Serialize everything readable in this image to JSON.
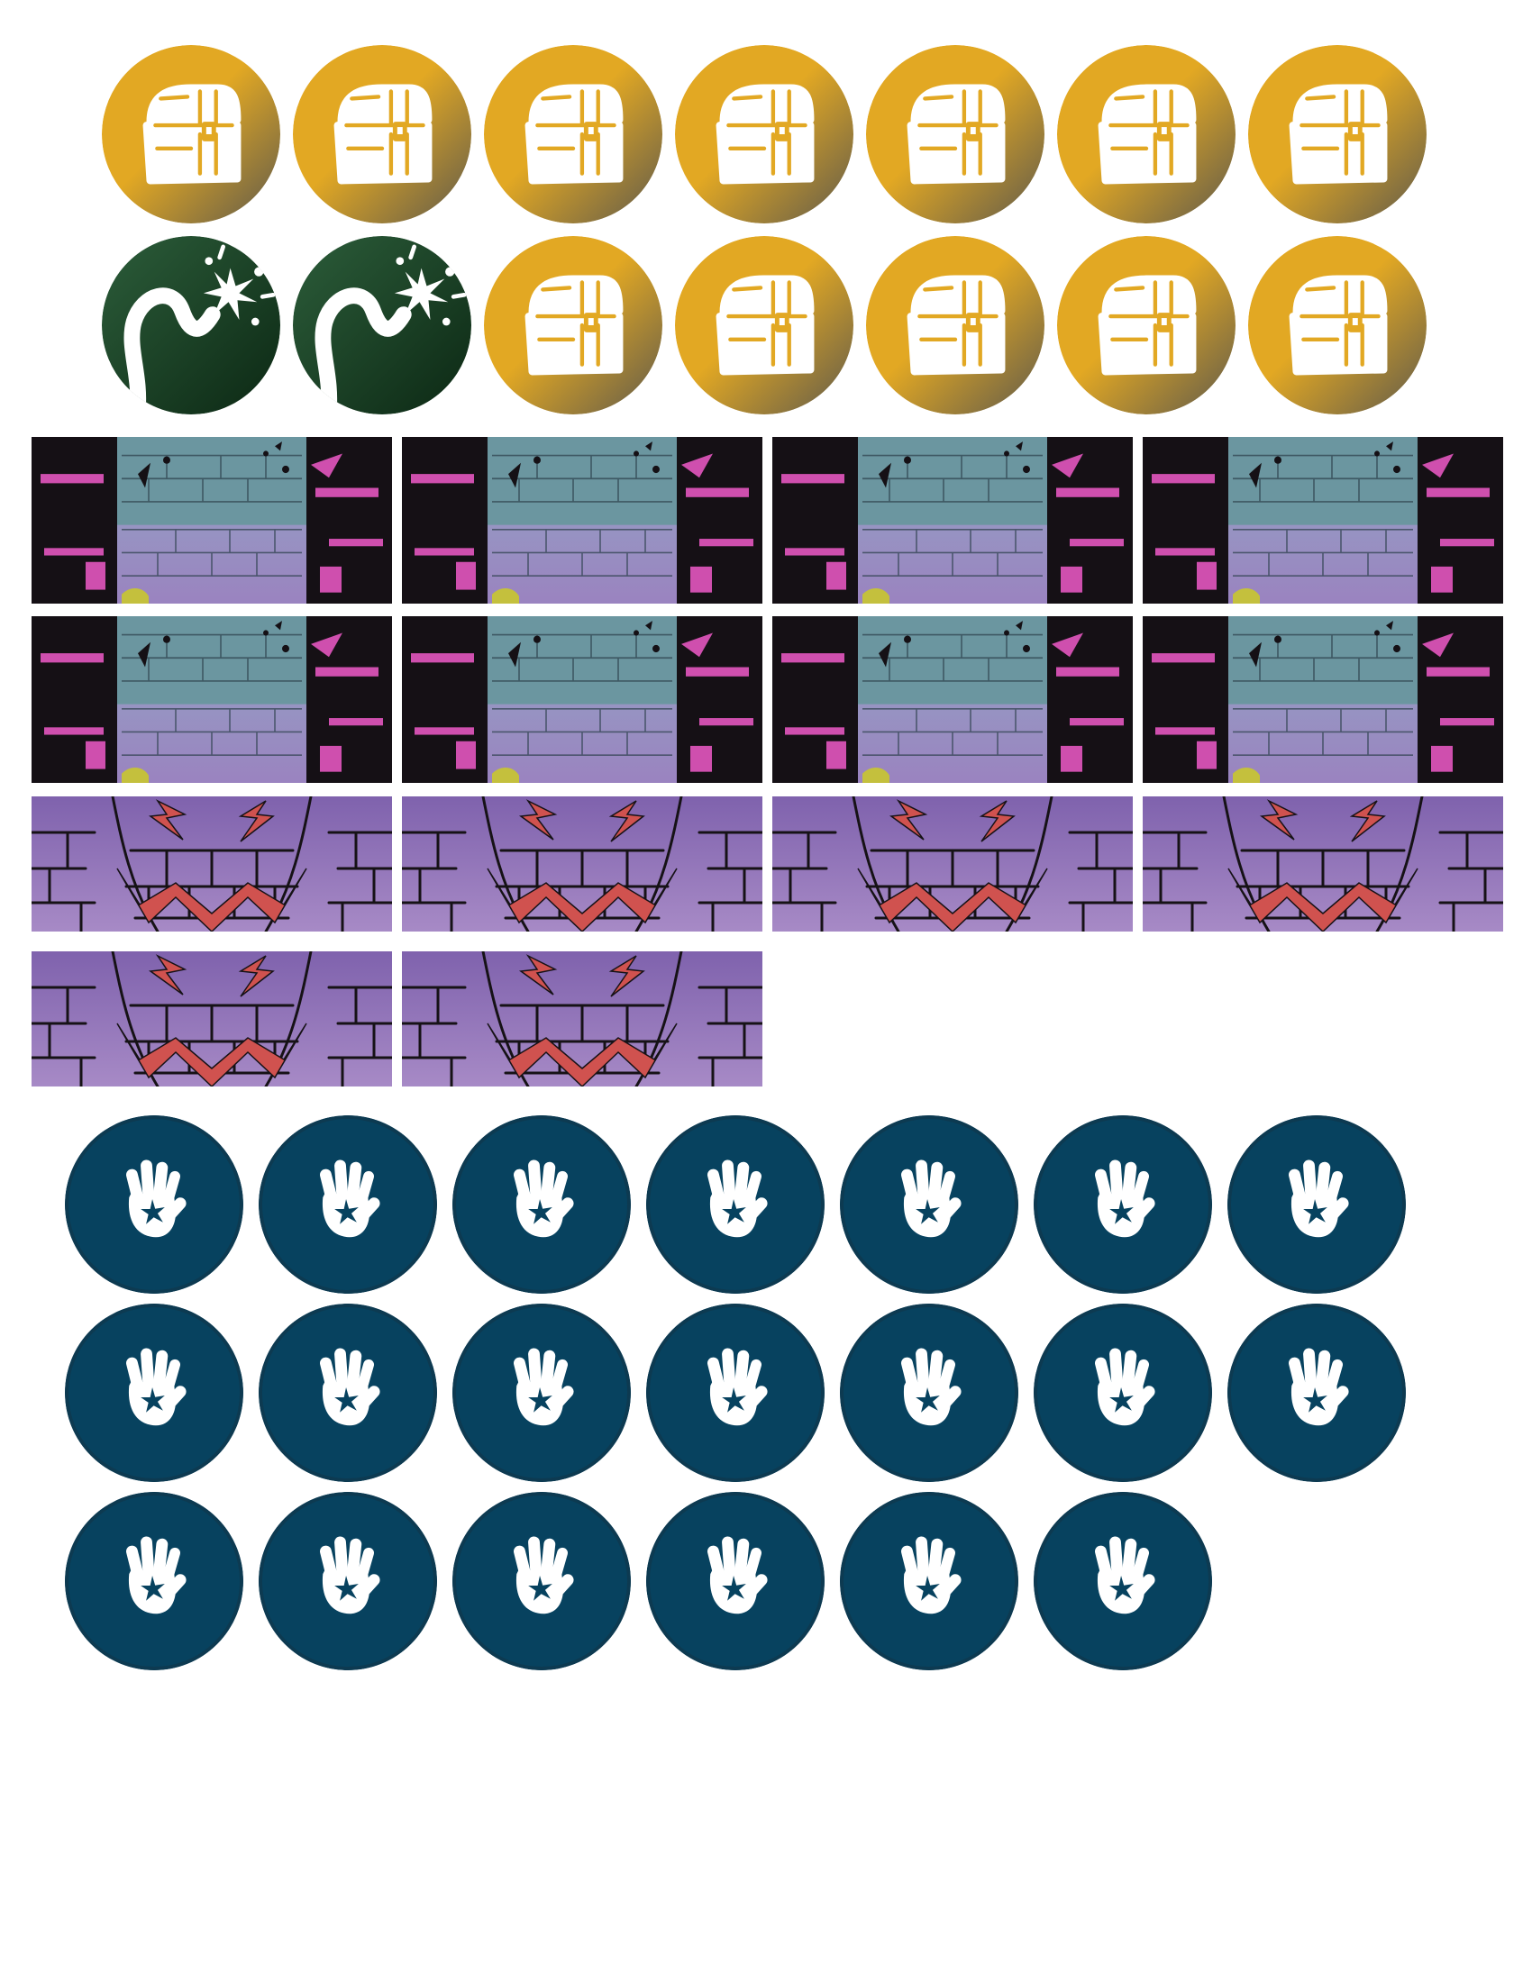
{
  "sheet": {
    "background": "#ffffff",
    "sections": [
      {
        "name": "loot-tokens",
        "shape": "circle",
        "rows": [
          [
            "treasure-chest-icon",
            "treasure-chest-icon",
            "treasure-chest-icon",
            "treasure-chest-icon",
            "treasure-chest-icon",
            "treasure-chest-icon",
            "treasure-chest-icon"
          ],
          [
            "bomb-icon",
            "bomb-icon",
            "treasure-chest-icon",
            "treasure-chest-icon",
            "treasure-chest-icon",
            "treasure-chest-icon",
            "treasure-chest-icon"
          ]
        ]
      },
      {
        "name": "dungeon-doorway-tiles",
        "shape": "rectangle",
        "rows": [
          [
            "doorway-art",
            "doorway-art",
            "doorway-art",
            "doorway-art"
          ],
          [
            "doorway-art",
            "doorway-art",
            "doorway-art",
            "doorway-art"
          ]
        ]
      },
      {
        "name": "monster-grin-tiles",
        "shape": "rectangle",
        "rows": [
          [
            "monster-grin-art",
            "monster-grin-art",
            "monster-grin-art",
            "monster-grin-art"
          ],
          [
            "monster-grin-art",
            "monster-grin-art"
          ]
        ]
      },
      {
        "name": "action-tokens",
        "shape": "circle",
        "rows": [
          [
            "hand-star-icon",
            "hand-star-icon",
            "hand-star-icon",
            "hand-star-icon",
            "hand-star-icon",
            "hand-star-icon",
            "hand-star-icon"
          ],
          [
            "hand-star-icon",
            "hand-star-icon",
            "hand-star-icon",
            "hand-star-icon",
            "hand-star-icon",
            "hand-star-icon",
            "hand-star-icon"
          ],
          [
            "hand-star-icon",
            "hand-star-icon",
            "hand-star-icon",
            "hand-star-icon",
            "hand-star-icon",
            "hand-star-icon"
          ]
        ]
      }
    ]
  },
  "colors": {
    "chest_gold": "#e2a823",
    "chest_shadow": "#6f6446",
    "bomb_green": "#2a5a38",
    "bomb_dark": "#0e2a16",
    "action_blue": "#07425f",
    "doorway_teal": "#6b96a0",
    "doorway_magenta": "#cf4fae",
    "doorway_lilac": "#8c7ab0",
    "monster_purple": "#8a69b3",
    "monster_red": "#d0524f",
    "ink": "#111111"
  }
}
